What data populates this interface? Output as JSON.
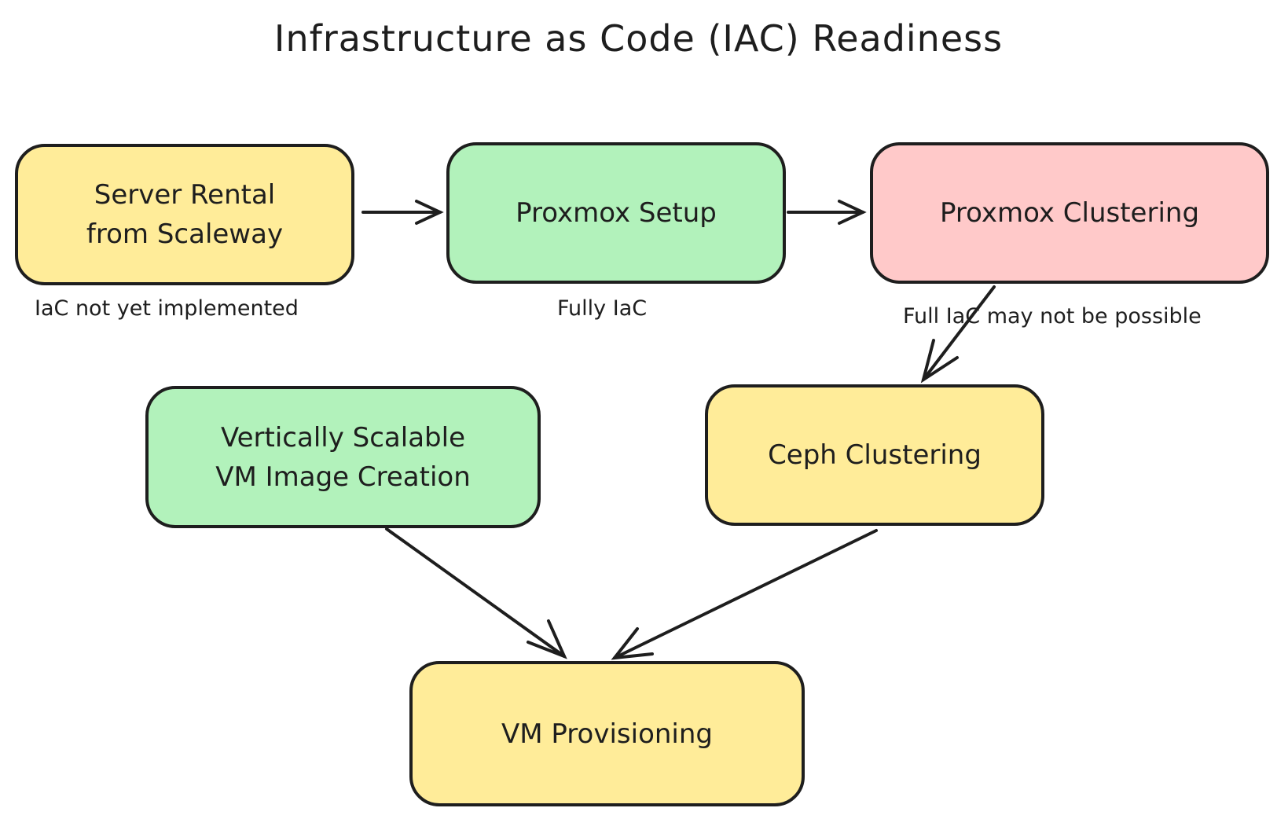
{
  "title": "Infrastructure as Code (IAC) Readiness",
  "colors": {
    "not_implemented": "#ffec99",
    "fully_iac": "#b2f2bb",
    "limited_iac": "#ffc9c9",
    "stroke": "#1e1e1e"
  },
  "nodes": [
    {
      "id": "server-rental",
      "label": "Server Rental\nfrom Scaleway",
      "status": "yellow",
      "note": "IaC not yet implemented"
    },
    {
      "id": "proxmox-setup",
      "label": "Proxmox Setup",
      "status": "green",
      "note": "Fully IaC"
    },
    {
      "id": "proxmox-clustering",
      "label": "Proxmox Clustering",
      "status": "red",
      "note": "Full IaC may not be possible"
    },
    {
      "id": "vm-image-creation",
      "label": "Vertically Scalable\nVM Image Creation",
      "status": "green"
    },
    {
      "id": "ceph-clustering",
      "label": "Ceph Clustering",
      "status": "yellow"
    },
    {
      "id": "vm-provisioning",
      "label": "VM Provisioning",
      "status": "yellow"
    }
  ],
  "edges": [
    {
      "from": "server-rental",
      "to": "proxmox-setup"
    },
    {
      "from": "proxmox-setup",
      "to": "proxmox-clustering"
    },
    {
      "from": "proxmox-clustering",
      "to": "ceph-clustering"
    },
    {
      "from": "vm-image-creation",
      "to": "vm-provisioning"
    },
    {
      "from": "ceph-clustering",
      "to": "vm-provisioning"
    }
  ]
}
